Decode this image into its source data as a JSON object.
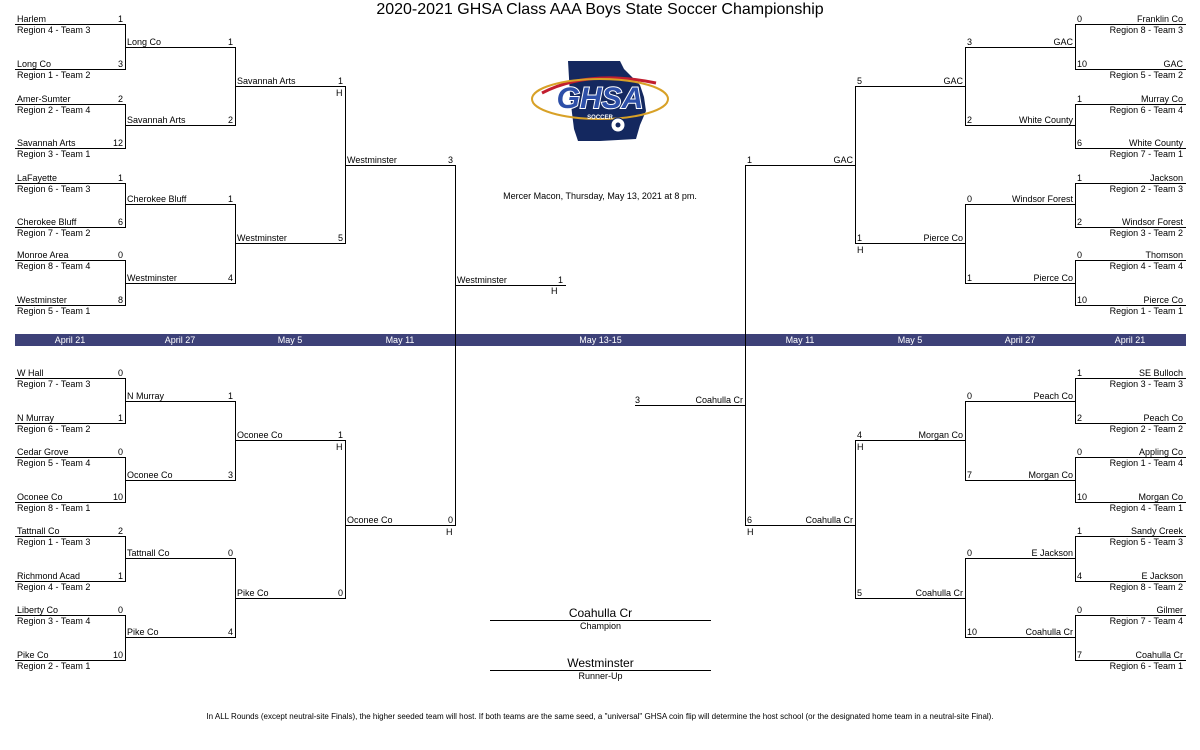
{
  "title": "2020-2021 GHSA Class AAA Boys State Soccer Championship",
  "logo": {
    "text": "GHSA",
    "subtext": "SOCCER",
    "colors": {
      "navy": "#14285f",
      "gold": "#d8a127",
      "red": "#c21e2f",
      "blue": "#2d4fa8"
    }
  },
  "venue": "Mercer Macon, Thursday, May 13, 2021 at 8 pm.",
  "dates": [
    "April 21",
    "April 27",
    "May 5",
    "May 11",
    "May 13-15",
    "May 11",
    "May 5",
    "April 27",
    "April 21"
  ],
  "colors": {
    "date_band": "#3d4178"
  },
  "left_top": [
    {
      "name": "Harlem",
      "seed": "Region 4 - Team 3",
      "score": "1"
    },
    {
      "name": "Long Co",
      "seed": "Region 1 - Team 2",
      "score": "3"
    },
    {
      "name": "Amer-Sumter",
      "seed": "Region 2 - Team 4",
      "score": "2"
    },
    {
      "name": "Savannah Arts",
      "seed": "Region 3 - Team 1",
      "score": "12"
    },
    {
      "name": "LaFayette",
      "seed": "Region 6 - Team 3",
      "score": "1"
    },
    {
      "name": "Cherokee Bluff",
      "seed": "Region 7 - Team 2",
      "score": "6"
    },
    {
      "name": "Monroe Area",
      "seed": "Region 8 - Team 4",
      "score": "0"
    },
    {
      "name": "Westminster",
      "seed": "Region 5 - Team 1",
      "score": "8"
    }
  ],
  "left_bot": [
    {
      "name": "W Hall",
      "seed": "Region 7 - Team 3",
      "score": "0"
    },
    {
      "name": "N Murray",
      "seed": "Region 6 - Team 2",
      "score": "1"
    },
    {
      "name": "Cedar Grove",
      "seed": "Region 5 - Team 4",
      "score": "0"
    },
    {
      "name": "Oconee Co",
      "seed": "Region 8 - Team 1",
      "score": "10"
    },
    {
      "name": "Tattnall Co",
      "seed": "Region 1 - Team 3",
      "score": "2"
    },
    {
      "name": "Richmond Acad",
      "seed": "Region 4 - Team 2",
      "score": "1"
    },
    {
      "name": "Liberty Co",
      "seed": "Region 3 - Team 4",
      "score": "0"
    },
    {
      "name": "Pike Co",
      "seed": "Region 2 - Team 1",
      "score": "10"
    }
  ],
  "right_top": [
    {
      "name": "Franklin Co",
      "seed": "Region 8 - Team 3",
      "score": "0"
    },
    {
      "name": "GAC",
      "seed": "Region 5 - Team 2",
      "score": "10"
    },
    {
      "name": "Murray Co",
      "seed": "Region  6 - Team 4",
      "score": "1"
    },
    {
      "name": "White County",
      "seed": "Region 7 - Team 1",
      "score": "6"
    },
    {
      "name": "Jackson",
      "seed": "Region 2 - Team 3",
      "score": "1"
    },
    {
      "name": "Windsor Forest",
      "seed": "Region 3 - Team 2",
      "score": "2"
    },
    {
      "name": "Thomson",
      "seed": "Region 4 - Team 4",
      "score": "0"
    },
    {
      "name": "Pierce Co",
      "seed": "Region 1 - Team 1",
      "score": "10"
    }
  ],
  "right_bot": [
    {
      "name": "SE Bulloch",
      "seed": "Region 3 - Team 3",
      "score": "1"
    },
    {
      "name": "Peach Co",
      "seed": "Region 2 - Team 2",
      "score": "2"
    },
    {
      "name": "Appling Co",
      "seed": "Region 1 - Team 4",
      "score": "0"
    },
    {
      "name": "Morgan Co",
      "seed": "Region 4 - Team 1",
      "score": "10"
    },
    {
      "name": "Sandy Creek",
      "seed": "Region 5 - Team 3",
      "score": "1"
    },
    {
      "name": "E Jackson",
      "seed": "Region 8 - Team 2",
      "score": "4"
    },
    {
      "name": "Gilmer",
      "seed": "Region 7 - Team 4",
      "score": "0"
    },
    {
      "name": "Coahulla Cr",
      "seed": "Region 6 - Team 1",
      "score": "7"
    }
  ],
  "left_top_r2": [
    {
      "name": "Long Co",
      "score": "1"
    },
    {
      "name": "Savannah Arts",
      "score": "2"
    },
    {
      "name": "Cherokee Bluff",
      "score": "1"
    },
    {
      "name": "Westminster",
      "score": "4"
    }
  ],
  "left_bot_r2": [
    {
      "name": "N Murray",
      "score": "1"
    },
    {
      "name": "Oconee Co",
      "score": "3"
    },
    {
      "name": "Tattnall Co",
      "score": "0"
    },
    {
      "name": "Pike Co",
      "score": "4"
    }
  ],
  "right_top_r2": [
    {
      "name": "GAC",
      "score": "3"
    },
    {
      "name": "White County",
      "score": "2"
    },
    {
      "name": "Windsor Forest",
      "score": "0"
    },
    {
      "name": "Pierce Co",
      "score": "1"
    }
  ],
  "right_bot_r2": [
    {
      "name": "Peach Co",
      "score": "0"
    },
    {
      "name": "Morgan Co",
      "score": "7"
    },
    {
      "name": "E Jackson",
      "score": "0"
    },
    {
      "name": "Coahulla Cr",
      "score": "10"
    }
  ],
  "left_top_r3": [
    {
      "name": "Savannah Arts",
      "score": "1",
      "home": "H"
    },
    {
      "name": "Westminster",
      "score": "5",
      "home": ""
    }
  ],
  "left_bot_r3": [
    {
      "name": "Oconee Co",
      "score": "1",
      "home": "H"
    },
    {
      "name": "Pike Co",
      "score": "0",
      "home": ""
    }
  ],
  "right_top_r3": [
    {
      "name": "GAC",
      "score": "5",
      "home": ""
    },
    {
      "name": "Pierce Co",
      "score": "1",
      "home": "H"
    }
  ],
  "right_bot_r3": [
    {
      "name": "Morgan Co",
      "score": "4",
      "home": "H"
    },
    {
      "name": "Coahulla Cr",
      "score": "5",
      "home": ""
    }
  ],
  "left_r4": [
    {
      "name": "Westminster",
      "score": "3",
      "home": ""
    },
    {
      "name": "Oconee Co",
      "score": "0",
      "home": "H"
    }
  ],
  "right_r4": [
    {
      "name": "GAC",
      "score": "1",
      "home": ""
    },
    {
      "name": "Coahulla Cr",
      "score": "6",
      "home": "H"
    }
  ],
  "final_left": {
    "name": "Westminster",
    "score": "1",
    "home": "H"
  },
  "final_right": {
    "name": "Coahulla Cr",
    "score": "3"
  },
  "champion": {
    "name": "Coahulla Cr",
    "label": "Champion"
  },
  "runner_up": {
    "name": "Westminster",
    "label": "Runner-Up"
  },
  "footnote": "In ALL Rounds (except neutral-site Finals), the higher seeded team will host. If both teams are the same seed, a \"universal\" GHSA coin flip will determine the host school (or the designated home team in a neutral-site Final)."
}
